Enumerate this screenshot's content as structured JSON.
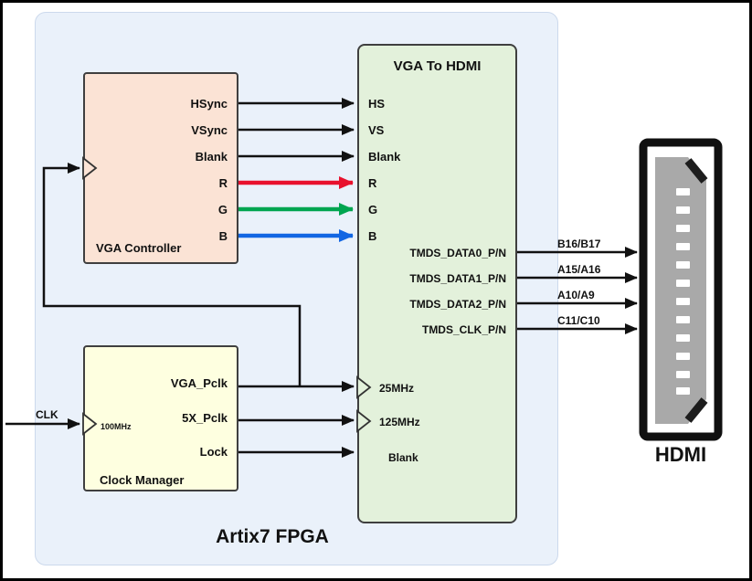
{
  "fpga": {
    "label": "Artix7 FPGA"
  },
  "external": {
    "clk_label": "CLK",
    "hdmi_label": "HDMI"
  },
  "vga_controller": {
    "title": "VGA Controller",
    "ports": [
      "HSync",
      "VSync",
      "Blank",
      "R",
      "G",
      "B"
    ]
  },
  "clock_manager": {
    "title": "Clock Manager",
    "input_clock": "100MHz",
    "ports": [
      "VGA_Pclk",
      "5X_Pclk",
      "Lock"
    ]
  },
  "vga_to_hdmi": {
    "title": "VGA To HDMI",
    "inputs": [
      "HS",
      "VS",
      "Blank",
      "R",
      "G",
      "B"
    ],
    "tmds_outputs": [
      "TMDS_DATA0_P/N",
      "TMDS_DATA1_P/N",
      "TMDS_DATA2_P/N",
      "TMDS_CLK_P/N"
    ],
    "clock_ports": [
      "25MHz",
      "125MHz",
      "Blank"
    ]
  },
  "hdmi_pins": [
    "B16/B17",
    "A15/A16",
    "A10/A9",
    "C11/C10"
  ],
  "colors": {
    "signal_red": "#e8112d",
    "signal_green": "#00a550",
    "signal_blue": "#1266e3",
    "wire_black": "#111111",
    "vga_controller_fill": "#fbe3d5",
    "clock_manager_fill": "#feffe0",
    "vga_to_hdmi_fill": "#e3f1db",
    "fpga_fill": "#eaf1fa"
  }
}
